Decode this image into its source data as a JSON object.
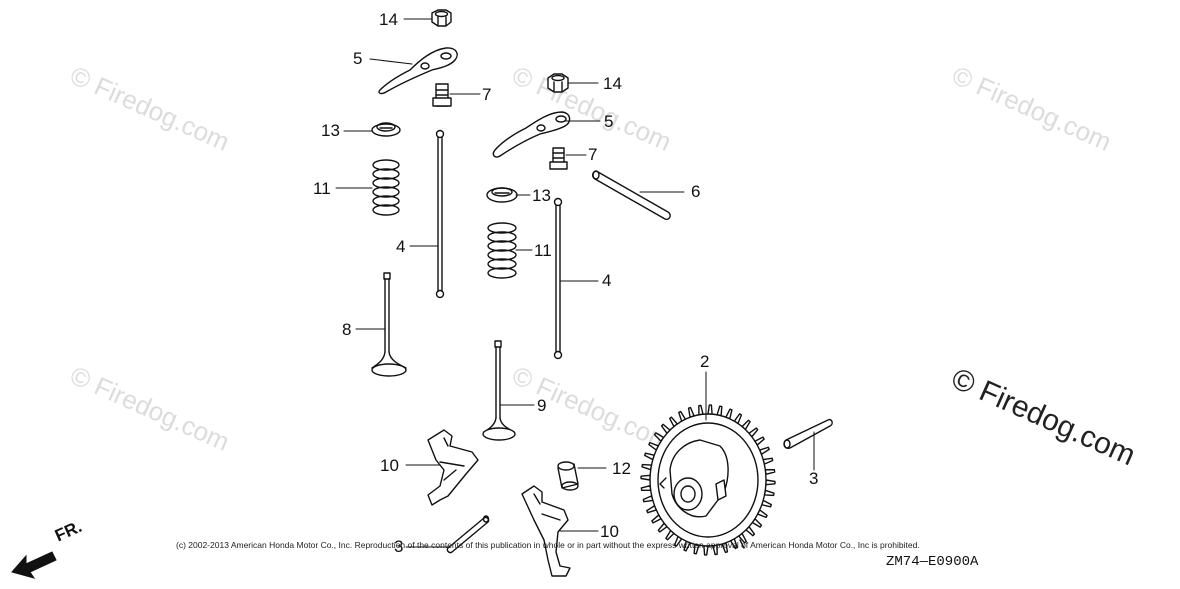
{
  "watermarks": [
    "© Firedog.com",
    "© Firedog.com",
    "© Firedog.com",
    "© Firedog.com",
    "© Firedog.com",
    "© Firedog.com"
  ],
  "callouts": {
    "c14a": "14",
    "c5a": "5",
    "c7a": "7",
    "c13a": "13",
    "c11a": "11",
    "c4a": "4",
    "c8": "8",
    "c14b": "14",
    "c5b": "5",
    "c7b": "7",
    "c6": "6",
    "c13b": "13",
    "c11b": "11",
    "c4b": "4",
    "c9": "9",
    "c2": "2",
    "c3a": "3",
    "c10a": "10",
    "c12": "12",
    "c10b": "10",
    "c3b": "3"
  },
  "copyright": "(c) 2002-2013 American Honda Motor Co., Inc. Reproduction of the contents of this publication in whole or in part without the express written approval of American Honda Motor Co., Inc is prohibited.",
  "drawing_code": "ZM74—E0900A",
  "front_label": "FR.",
  "colors": {
    "line": "#111111",
    "watermark": "#dcdcdc",
    "background": "#ffffff"
  }
}
